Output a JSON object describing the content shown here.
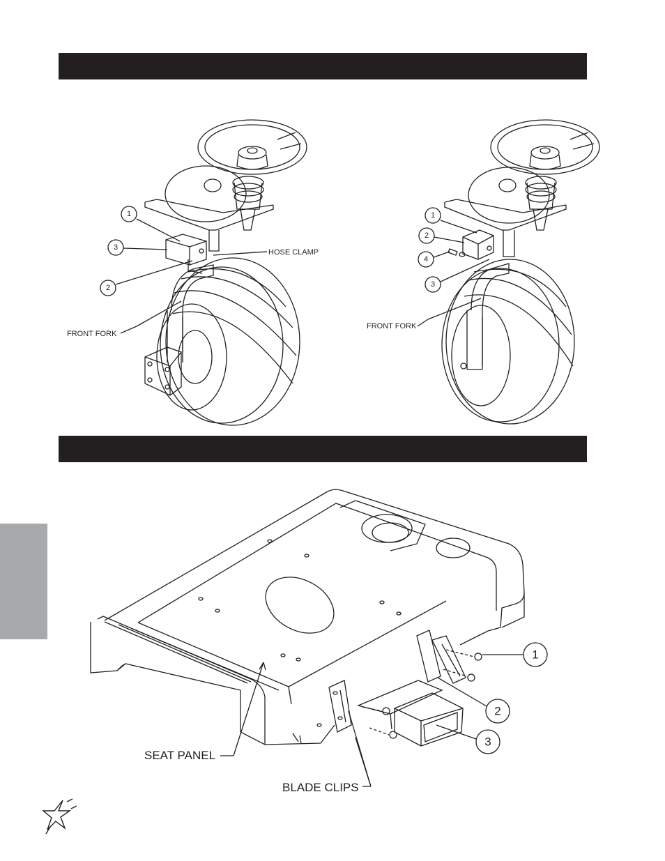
{
  "figure_top_left": {
    "callouts": [
      "1",
      "3",
      "2"
    ],
    "labels": {
      "hose_clamp": "HOSE CLAMP",
      "front_fork": "FRONT FORK"
    }
  },
  "figure_top_right": {
    "callouts": [
      "1",
      "2",
      "4",
      "3"
    ],
    "labels": {
      "front_fork": "FRONT FORK"
    }
  },
  "figure_bottom": {
    "callouts": [
      "1",
      "2",
      "3"
    ],
    "labels": {
      "seat_panel": "SEAT PANEL",
      "blade_clips": "BLADE CLIPS"
    }
  },
  "colors": {
    "header_bar": "#231f20",
    "side_tab": "#a7a9ac",
    "line": "#231f20"
  },
  "icons": {
    "footer_logo": "star-logo-icon"
  }
}
